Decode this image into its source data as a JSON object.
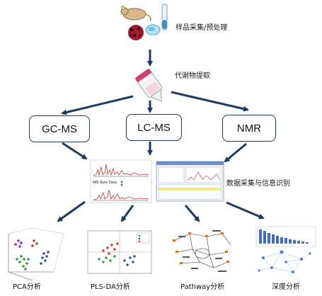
{
  "steps": {
    "sample": "样品采集/预处理",
    "extract": "代谢物提取",
    "data": "数据采集与信息识别"
  },
  "platforms": [
    "GC-MS",
    "LC-MS",
    "NMR"
  ],
  "ms_panel": {
    "title": "MS Raw Data"
  },
  "analyses": [
    "PCA分析",
    "PLS-DA分析",
    "Pathway分析",
    "深度分析"
  ],
  "colors": {
    "arrow": "#1f3a5f",
    "box_border": "#1f3a5f",
    "ms_trace": "#c0392b"
  }
}
